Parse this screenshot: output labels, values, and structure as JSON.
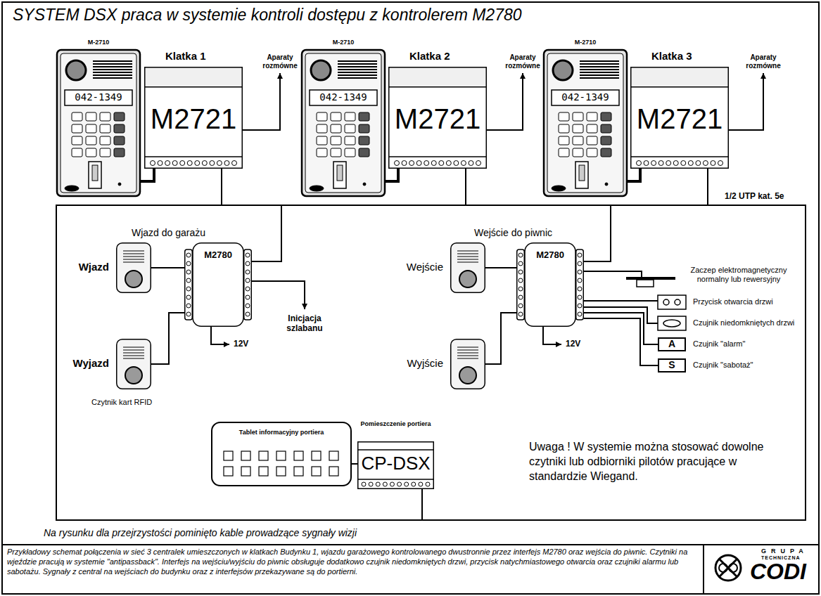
{
  "diagram": {
    "title": "SYSTEM DSX praca w systemie kontroli dostępu z kontrolerem M2780",
    "caption": "Przykładowy schemat połączenia w sieć 3 centralek umieszczonych w klatkach Budynku 1, wjazdu garażowego kontrolowanego dwustronnie przez interfejs M2780 oraz wejścia do piwnic. Czytniki na wjeździe pracują w systemie \"antipassback\". Interfejs na wejściu/wyjściu do piwnic obsługuje dodatkowo czujnik niedomkniętych drzwi, przycisk natychmiastowego otwarcia oraz czujniki alarmu lub sabotażu. Sygnały z central na wejściach do budynku oraz z interfejsów przekazywane są do portierni.",
    "nodes": [
      {
        "text": [
          "M-2710",
          "042-1349"
        ]
      },
      {
        "text": [
          "Klatka 1",
          "M2721"
        ]
      },
      {
        "text": [
          "M-2710",
          "042-1349"
        ]
      },
      {
        "text": [
          "Klatka 2",
          "M2721"
        ]
      },
      {
        "text": [
          "M-2710",
          "042-1349"
        ]
      },
      {
        "text": [
          "Klatka 3",
          "M2721"
        ]
      },
      {
        "text": [
          "Wjazd do garażu",
          "M2780"
        ]
      },
      {
        "text": [
          "Wjazd"
        ]
      },
      {
        "text": [
          "Wyjazd"
        ]
      },
      {
        "text": [
          "Wejście do piwnic",
          "M2780"
        ]
      },
      {
        "text": [
          "Wejście"
        ]
      },
      {
        "text": [
          "Wyjście"
        ]
      },
      {
        "text": [
          "A"
        ]
      },
      {
        "text": [
          "S"
        ]
      },
      {
        "text": [
          "Tablet informacyjny portiera"
        ]
      },
      {
        "text": [
          "Pomieszczenie portiera",
          "CP-DSX"
        ]
      }
    ],
    "edges": [
      {
        "from": 0,
        "to": 1,
        "arrow": "none"
      },
      {
        "from": 2,
        "to": 3,
        "arrow": "none"
      },
      {
        "from": 4,
        "to": 5,
        "arrow": "none"
      },
      {
        "from": 7,
        "to": 6,
        "arrow": "none"
      },
      {
        "from": 8,
        "to": 6,
        "arrow": "none"
      },
      {
        "from": 10,
        "to": 9,
        "arrow": "none"
      },
      {
        "from": 11,
        "to": 9,
        "arrow": "none"
      },
      {
        "from": 9,
        "to": 12,
        "arrow": "none"
      },
      {
        "from": 9,
        "to": 13,
        "arrow": "none"
      },
      {
        "from": 14,
        "to": 15,
        "arrow": "none"
      }
    ],
    "labels": [
      "Aparaty rozmówne",
      "Aparaty rozmówne",
      "Aparaty rozmówne",
      "1/2 UTP kat. 5e",
      "Inicjacja szlabanu",
      "12V",
      "12V",
      "Czytnik kart RFID",
      "Zaczep elektromagnetyczny normalny lub rewersyjny",
      "Przycisk otwarcia drzwi",
      "Czujnik niedomkniętych drzwi",
      "Czujnik \"alarm\"",
      "Czujnik \"sabotaż\"",
      "Uwaga ! W systemie można stosować dowolne czytniki lub odbiorniki pilotów pracujące w standardzie Wiegand.",
      "Na rysunku dla przejrzystości pominięto kable prowadzące sygnały wizji",
      "GRUPA",
      "TECHNICZNA",
      "CODI"
    ]
  }
}
